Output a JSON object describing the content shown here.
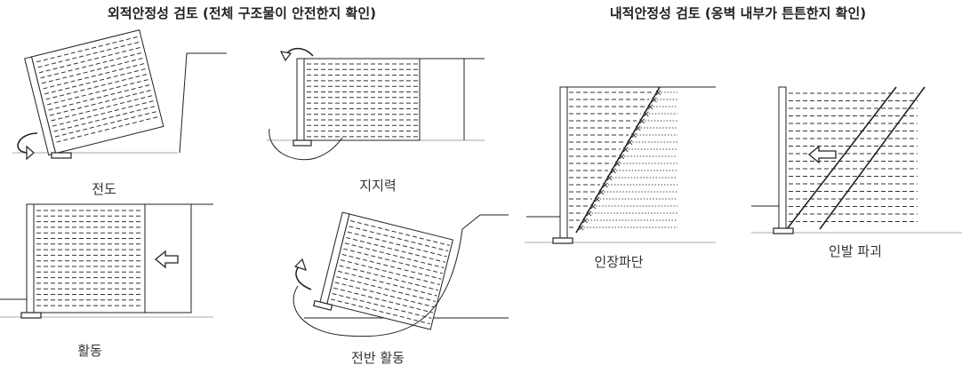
{
  "external": {
    "title": "외적안정성 검토 (전체 구조물이 안전한지 확인)",
    "cases": {
      "overturning": "전도",
      "bearing": "지지력",
      "sliding": "활동",
      "global": "전반 활동"
    }
  },
  "internal": {
    "title": "내적안정성 검토 (옹벽 내부가 튼튼한지 확인)",
    "cases": {
      "tension": "인장파단",
      "pullout": "인발 파괴"
    }
  },
  "colors": {
    "line": "#222222",
    "ground": "#aaaaaa",
    "background": "#ffffff"
  }
}
